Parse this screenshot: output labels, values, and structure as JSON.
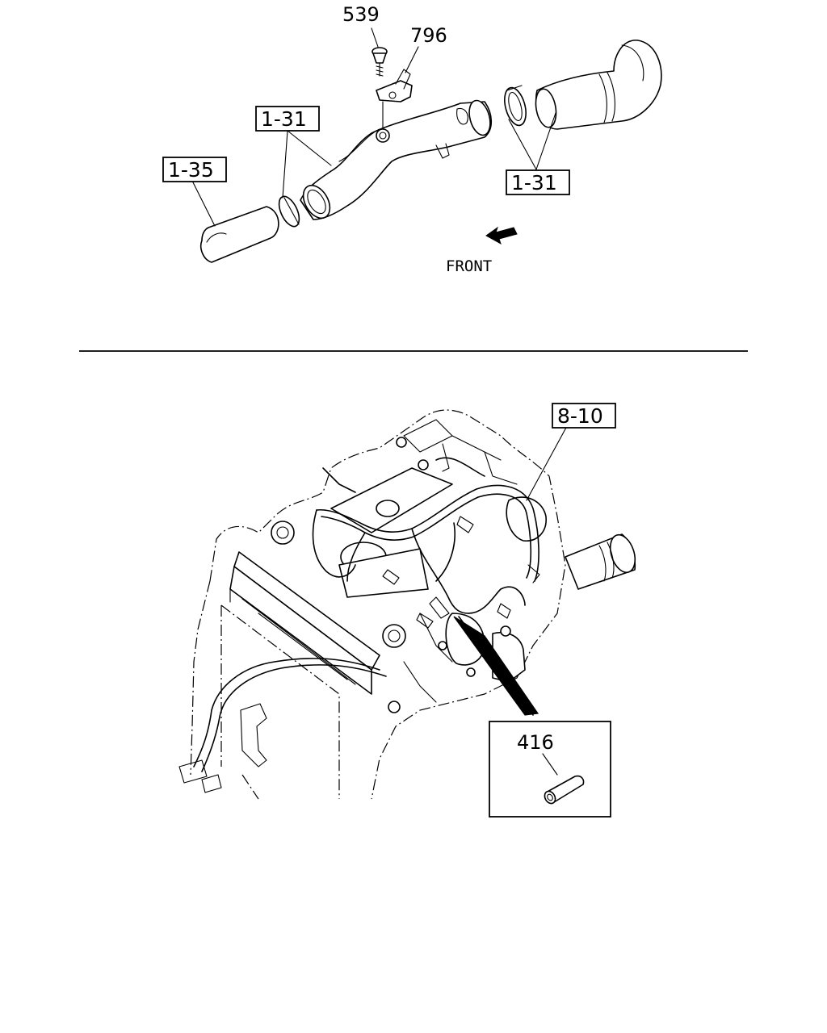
{
  "top_diagram": {
    "callouts": {
      "bolt": "539",
      "sensor": "796",
      "hose_clamp_left": "1-31",
      "hose_clamp_right": "1-31",
      "inlet_hose": "1-35"
    },
    "direction_label": "FRONT"
  },
  "bottom_diagram": {
    "callouts": {
      "harness": "8-10",
      "sleeve": "416"
    }
  }
}
